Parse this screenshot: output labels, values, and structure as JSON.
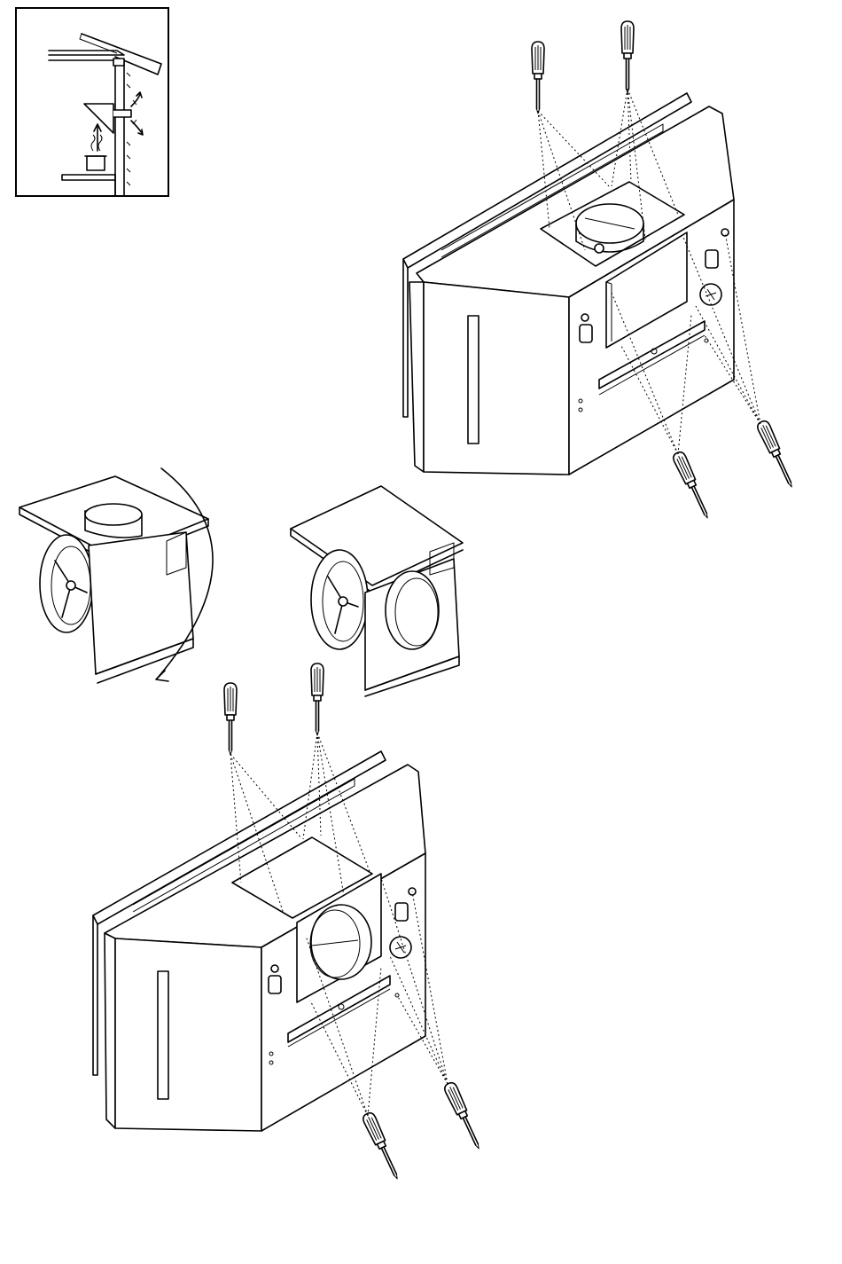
{
  "figure": {
    "panels": [
      {
        "id": "ducting-inset",
        "icon": "ducting-airflow-icon"
      },
      {
        "id": "hood-top-vent",
        "icon": "range-hood-icon",
        "tools": [
          "screwdriver-icon",
          "screwdriver-icon",
          "screwdriver-icon",
          "screwdriver-icon"
        ]
      },
      {
        "id": "blower-rotate",
        "icon": "blower-unit-icon",
        "arrow": "rotate-arrow-icon"
      },
      {
        "id": "hood-rear-vent",
        "icon": "range-hood-icon",
        "tools": [
          "screwdriver-icon",
          "screwdriver-icon",
          "screwdriver-icon",
          "screwdriver-icon"
        ]
      }
    ],
    "colors": {
      "line": "#000000",
      "background": "#ffffff"
    }
  }
}
